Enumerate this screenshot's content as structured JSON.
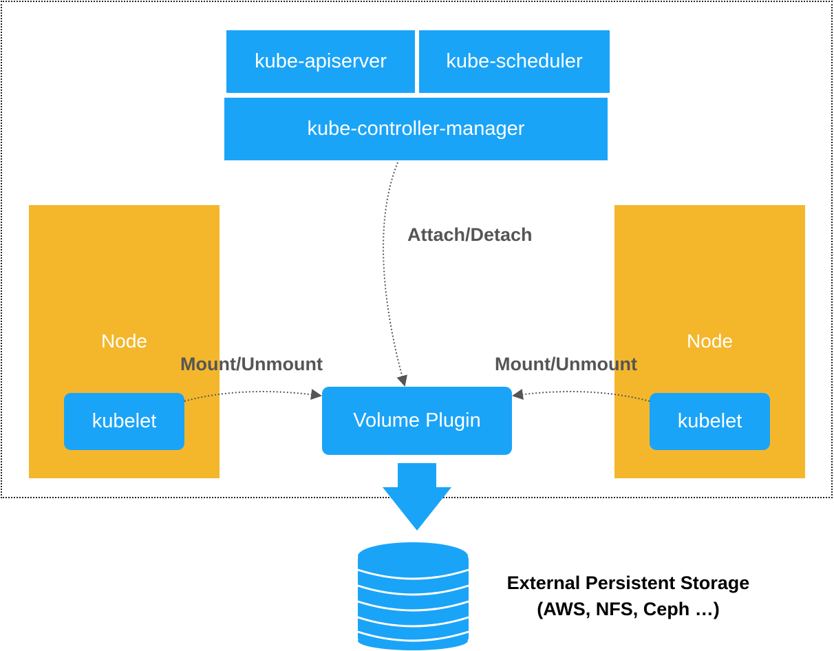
{
  "control_plane": {
    "apiserver": "kube-apiserver",
    "scheduler": "kube-scheduler",
    "controller_manager": "kube-controller-manager"
  },
  "nodes": {
    "left": {
      "label": "Node",
      "kubelet": "kubelet"
    },
    "right": {
      "label": "Node",
      "kubelet": "kubelet"
    }
  },
  "volume_plugin": "Volume Plugin",
  "edges": {
    "attach_detach": "Attach/Detach",
    "mount_left": "Mount/Unmount",
    "mount_right": "Mount/Unmount"
  },
  "storage": {
    "line1": "External Persistent Storage",
    "line2": "(AWS, NFS, Ceph …)"
  },
  "colors": {
    "component_blue": "#1aa4f8",
    "node_yellow": "#f4b72c",
    "edge_gray": "#555555"
  }
}
